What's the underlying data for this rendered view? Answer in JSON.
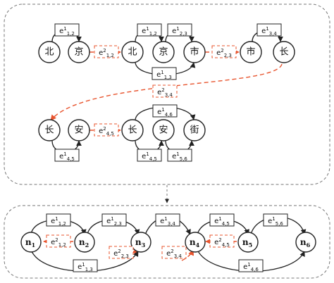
{
  "top_panel": {
    "nodes": {
      "beijing_bei": "北",
      "beijing_jing": "京",
      "bjs_bei": "北",
      "bjs_jing": "京",
      "bjs_shi": "市",
      "sc_shi": "市",
      "sc_chang": "长",
      "ca_chang": "长",
      "ca_an": "安",
      "caj_chang": "长",
      "caj_an": "安",
      "caj_jie": "街"
    },
    "labels": {
      "e_bei_jing": {
        "base": "e",
        "sup": "1",
        "sub": "1,2"
      },
      "e_cross_12": {
        "base": "e",
        "sup": "2",
        "sub": "1,2"
      },
      "e2_bei_jing": {
        "base": "e",
        "sup": "1",
        "sub": "1,2"
      },
      "e2_jing_shi": {
        "base": "e",
        "sup": "1",
        "sub": "2,3"
      },
      "e2_bei_shi": {
        "base": "e",
        "sup": "1",
        "sub": "1,3"
      },
      "e_cross_23": {
        "base": "e",
        "sup": "2",
        "sub": "2,3"
      },
      "e_shi_chang": {
        "base": "e",
        "sup": "1",
        "sub": "3,4"
      },
      "e_cross_34": {
        "base": "e",
        "sup": "2",
        "sub": "3,4"
      },
      "e_chang_an": {
        "base": "e",
        "sup": "1",
        "sub": "4,5"
      },
      "e_cross_45": {
        "base": "e",
        "sup": "2",
        "sub": "4,5"
      },
      "e_chang_jie": {
        "base": "e",
        "sup": "1",
        "sub": "4,6"
      },
      "e3_chang_an": {
        "base": "e",
        "sup": "1",
        "sub": "4,5"
      },
      "e3_an_jie": {
        "base": "e",
        "sup": "1",
        "sub": "5,6"
      }
    }
  },
  "bottom_panel": {
    "nodes": {
      "n1": {
        "base": "n",
        "sub": "1"
      },
      "n2": {
        "base": "n",
        "sub": "2"
      },
      "n3": {
        "base": "n",
        "sub": "3"
      },
      "n4": {
        "base": "n",
        "sub": "4"
      },
      "n5": {
        "base": "n",
        "sub": "5"
      },
      "n6": {
        "base": "n",
        "sub": "6"
      }
    },
    "labels": {
      "e_n1_n2": {
        "base": "e",
        "sup": "1",
        "sub": "1,2"
      },
      "e_n2_n1_red": {
        "base": "e",
        "sup": "2",
        "sub": "1,2"
      },
      "e_n2_n3": {
        "base": "e",
        "sup": "1",
        "sub": "2,3"
      },
      "e_n3_red": {
        "base": "e",
        "sup": "2",
        "sub": "2,3"
      },
      "e_n1_n3": {
        "base": "e",
        "sup": "1",
        "sub": "1,3"
      },
      "e_n3_n4": {
        "base": "e",
        "sup": "1",
        "sub": "3,4"
      },
      "e_n4_red": {
        "base": "e",
        "sup": "2",
        "sub": "3,4"
      },
      "e_n4_n5": {
        "base": "e",
        "sup": "1",
        "sub": "4,5"
      },
      "e_n5_n4_red": {
        "base": "e",
        "sup": "2",
        "sub": "4,5"
      },
      "e_n5_n6": {
        "base": "e",
        "sup": "1",
        "sub": "5,6"
      },
      "e_n4_n6": {
        "base": "e",
        "sup": "1",
        "sub": "4,6"
      }
    }
  },
  "colors": {
    "red": "#e8542e",
    "black": "#222222",
    "panel_border": "#777777"
  }
}
